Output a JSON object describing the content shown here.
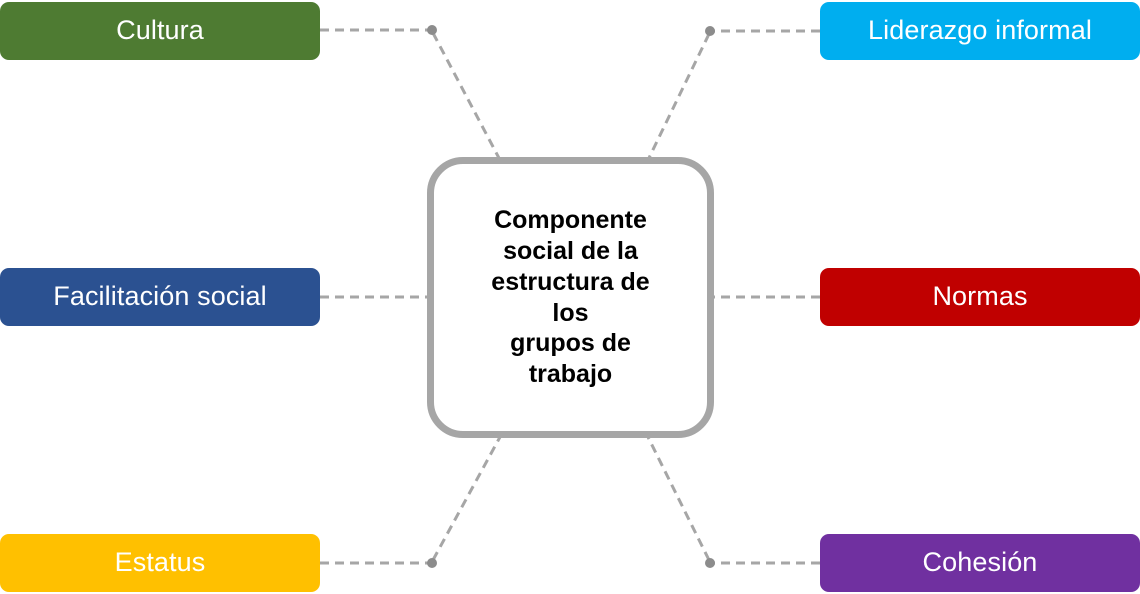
{
  "diagram": {
    "type": "mind-map",
    "title": "Componente social de la estructura de los grupos de trabajo",
    "background_color": "#ffffff",
    "central_node": {
      "label": "Componente\nsocial de la\nestructura de\nlos\ngrupos de\ntrabajo",
      "text_color": "#000000",
      "fill_color": "#ffffff",
      "border_color": "#a6a6a6"
    },
    "connector": {
      "line_color": "#a6a6a6",
      "joint_color": "#8c8c8c",
      "style": "dashed"
    },
    "nodes": [
      {
        "id": "cultura",
        "label": "Cultura",
        "color": "#4e7b32",
        "text_color": "#ffffff",
        "position": "top-left"
      },
      {
        "id": "liderazgo-informal",
        "label": "Liderazgo informal",
        "color": "#00aeef",
        "text_color": "#ffffff",
        "position": "top-right"
      },
      {
        "id": "facilitacion-social",
        "label": "Facilitación social",
        "color": "#2b5191",
        "text_color": "#ffffff",
        "position": "middle-left"
      },
      {
        "id": "normas",
        "label": "Normas",
        "color": "#c00000",
        "text_color": "#ffffff",
        "position": "middle-right"
      },
      {
        "id": "estatus",
        "label": "Estatus",
        "color": "#ffc000",
        "text_color": "#ffffff",
        "position": "bottom-left"
      },
      {
        "id": "cohesion",
        "label": "Cohesión",
        "color": "#7030a0",
        "text_color": "#ffffff",
        "position": "bottom-right"
      }
    ]
  }
}
